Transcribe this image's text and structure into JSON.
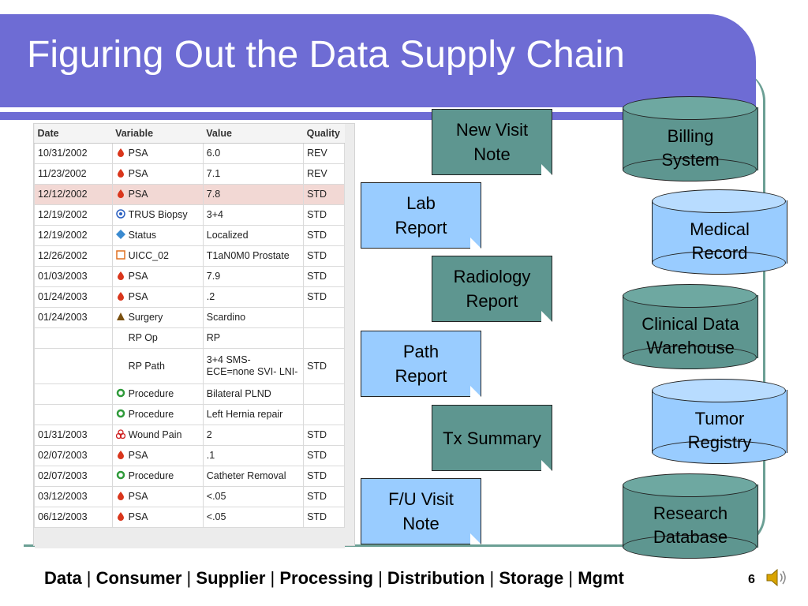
{
  "slide": {
    "title": "Figuring Out the Data Supply Chain",
    "page_number": "6"
  },
  "table": {
    "headers": [
      "Date",
      "Variable",
      "Value",
      "Quality"
    ],
    "rows": [
      {
        "date": "10/31/2002",
        "icon": "blood-drop-icon",
        "variable": "PSA",
        "value": "6.0",
        "quality": "REV"
      },
      {
        "date": "11/23/2002",
        "icon": "blood-drop-icon",
        "variable": "PSA",
        "value": "7.1",
        "quality": "REV"
      },
      {
        "date": "12/12/2002",
        "icon": "blood-drop-icon",
        "variable": "PSA",
        "value": "7.8",
        "quality": "STD"
      },
      {
        "date": "12/19/2002",
        "icon": "target-icon",
        "variable": "TRUS Biopsy",
        "value": "3+4",
        "quality": "STD"
      },
      {
        "date": "12/19/2002",
        "icon": "diamond-icon",
        "variable": "Status",
        "value": "Localized",
        "quality": "STD"
      },
      {
        "date": "12/26/2002",
        "icon": "square-icon",
        "variable": "UICC_02",
        "value": "T1aN0M0 Prostate",
        "quality": "STD"
      },
      {
        "date": "01/03/2003",
        "icon": "blood-drop-icon",
        "variable": "PSA",
        "value": "7.9",
        "quality": "STD"
      },
      {
        "date": "01/24/2003",
        "icon": "blood-drop-icon",
        "variable": "PSA",
        "value": ".2",
        "quality": "STD"
      },
      {
        "date": "01/24/2003",
        "icon": "triangle-icon",
        "variable": "Surgery",
        "value": "Scardino",
        "quality": ""
      },
      {
        "date": "",
        "icon": "",
        "variable": "RP Op",
        "value": "RP",
        "quality": ""
      },
      {
        "date": "",
        "icon": "",
        "variable": "RP Path",
        "value": "3+4 SMS- ECE=none SVI- LNI-",
        "quality": "STD"
      },
      {
        "date": "",
        "icon": "ring-icon",
        "variable": "Procedure",
        "value": "Bilateral PLND",
        "quality": ""
      },
      {
        "date": "",
        "icon": "ring-icon",
        "variable": "Procedure",
        "value": "Left Hernia repair",
        "quality": ""
      },
      {
        "date": "01/31/2003",
        "icon": "biohazard-icon",
        "variable": "Wound Pain",
        "value": "2",
        "quality": "STD"
      },
      {
        "date": "02/07/2003",
        "icon": "blood-drop-icon",
        "variable": "PSA",
        "value": ".1",
        "quality": "STD"
      },
      {
        "date": "02/07/2003",
        "icon": "ring-icon",
        "variable": "Procedure",
        "value": "Catheter Removal",
        "quality": "STD"
      },
      {
        "date": "03/12/2003",
        "icon": "blood-drop-icon",
        "variable": "PSA",
        "value": "<.05",
        "quality": "STD"
      },
      {
        "date": "06/12/2003",
        "icon": "blood-drop-icon",
        "variable": "PSA",
        "value": "<.05",
        "quality": "STD"
      }
    ]
  },
  "documents": [
    {
      "line1": "New Visit",
      "line2": "Note",
      "style": "dark"
    },
    {
      "line1": "Lab",
      "line2": "Report",
      "style": "light"
    },
    {
      "line1": "Radiology",
      "line2": "Report",
      "style": "dark"
    },
    {
      "line1": "Path",
      "line2": "Report",
      "style": "light"
    },
    {
      "line1": "Tx Summary",
      "line2": "",
      "style": "dark"
    },
    {
      "line1": "F/U Visit",
      "line2": "Note",
      "style": "light"
    }
  ],
  "databases": [
    {
      "line1": "Billing",
      "line2": "System",
      "style": "dark"
    },
    {
      "line1": "Medical",
      "line2": "Record",
      "style": "light"
    },
    {
      "line1": "Clinical Data",
      "line2": "Warehouse",
      "style": "dark"
    },
    {
      "line1": "Tumor",
      "line2": "Registry",
      "style": "light"
    },
    {
      "line1": "Research",
      "line2": "Database",
      "style": "dark"
    }
  ],
  "footer": {
    "items": [
      "Data",
      "Consumer",
      "Supplier",
      "Processing",
      "Distribution",
      "Storage",
      "Mgmt"
    ],
    "separator": " | "
  },
  "colors": {
    "banner": "#6e6cd4",
    "teal": "#5e9690",
    "light_blue": "#99ccff",
    "highlight_row": "#f2d8d4"
  }
}
